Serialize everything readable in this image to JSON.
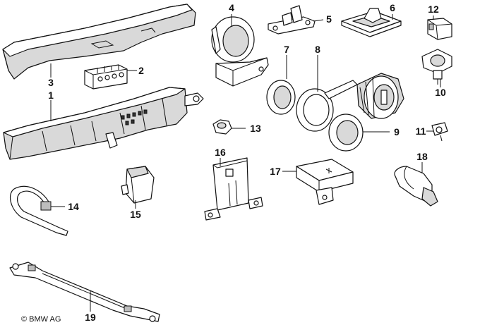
{
  "parts": [
    {
      "id": "1",
      "label": "1"
    },
    {
      "id": "2",
      "label": "2"
    },
    {
      "id": "3",
      "label": "3"
    },
    {
      "id": "4",
      "label": "4"
    },
    {
      "id": "5",
      "label": "5"
    },
    {
      "id": "6",
      "label": "6"
    },
    {
      "id": "7",
      "label": "7"
    },
    {
      "id": "8",
      "label": "8"
    },
    {
      "id": "9",
      "label": "9"
    },
    {
      "id": "10",
      "label": "10"
    },
    {
      "id": "11",
      "label": "11"
    },
    {
      "id": "12",
      "label": "12"
    },
    {
      "id": "13",
      "label": "13"
    },
    {
      "id": "14",
      "label": "14"
    },
    {
      "id": "15",
      "label": "15"
    },
    {
      "id": "16",
      "label": "16"
    },
    {
      "id": "17",
      "label": "17"
    },
    {
      "id": "18",
      "label": "18"
    },
    {
      "id": "19",
      "label": "19"
    }
  ],
  "copyright": "© BMW AG"
}
